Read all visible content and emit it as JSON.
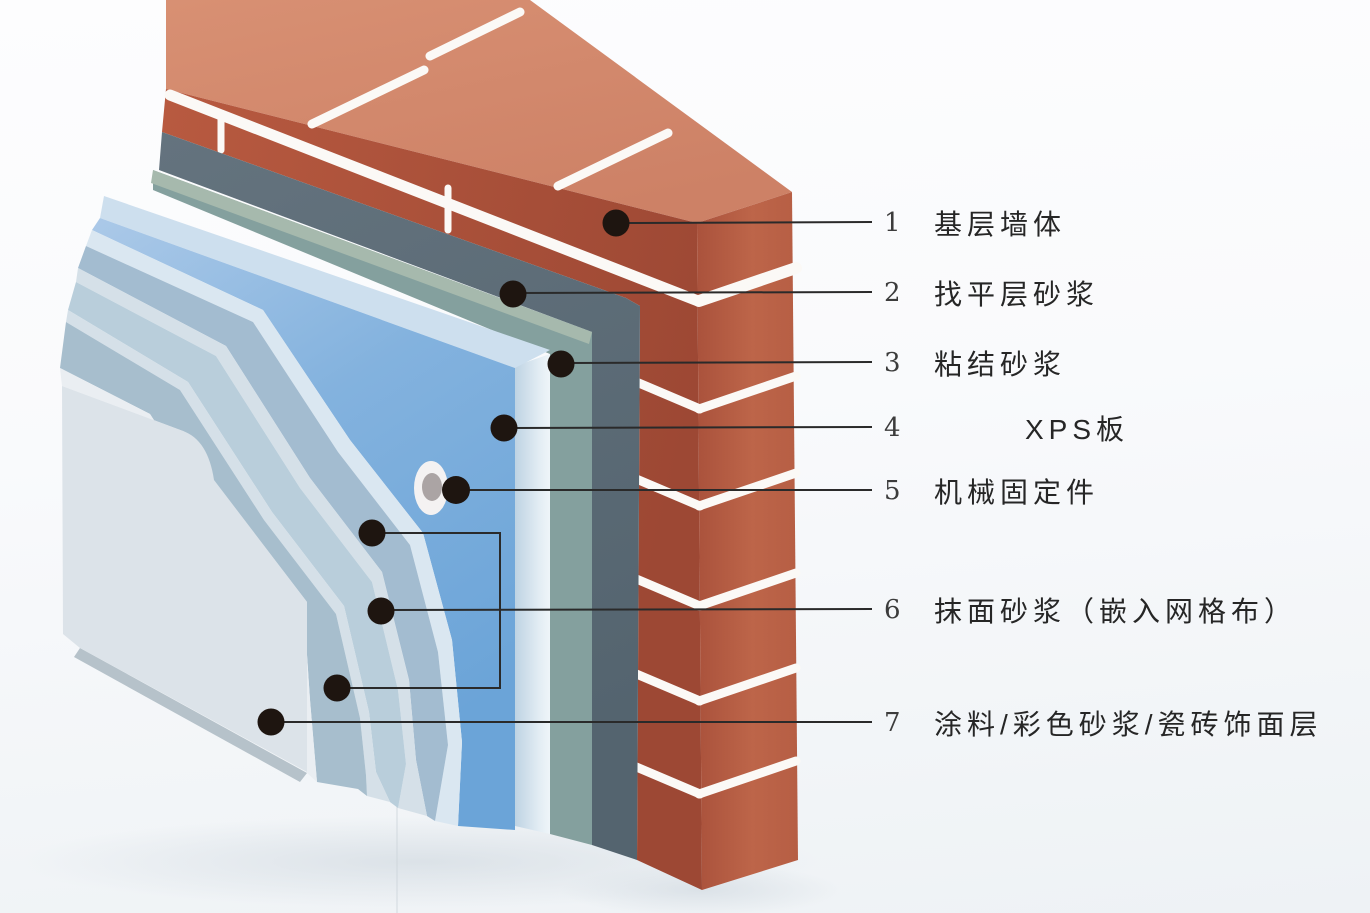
{
  "diagram": {
    "type": "wall-insulation-cutaway",
    "language": "zh-CN"
  },
  "legend": {
    "items": [
      {
        "num": "1",
        "label": "基层墙体"
      },
      {
        "num": "2",
        "label": "找平层砂浆"
      },
      {
        "num": "3",
        "label": "粘结砂浆"
      },
      {
        "num": "4",
        "label": "XPS板"
      },
      {
        "num": "5",
        "label": "机械固定件"
      },
      {
        "num": "6",
        "label": "抹面砂浆（嵌入网格布）"
      },
      {
        "num": "7",
        "label": "涂料/彩色砂浆/瓷砖饰面层"
      }
    ]
  },
  "colors": {
    "brick_top": "#d38a6c",
    "brick_left_face": "#b2583f",
    "brick_left_face_dark": "#9d4833",
    "brick_right_face": "#bb6348",
    "mortar_joint": "#fbf9f6",
    "leveling_mortar_gray": "#5b6b76",
    "bonding_mortar_teal": "#84a09e",
    "bonding_top_sage": "#a6b9ad",
    "xps_blue": "#74aadb",
    "xps_blue_light": "#a9c9e8",
    "xps_top_strip": "#cddfee",
    "render_band_medium": "#a3bcce",
    "render_band_light": "#d6e1e9",
    "mesh_band": "#b9cedb",
    "finish_face": "#dce3e9",
    "callout_dot": "#1e1510",
    "leader_line": "#2a2a2a",
    "anchor_ring": "#f4f2f2",
    "anchor_core": "#aba4a4",
    "background_tint": "#eef2f5"
  }
}
